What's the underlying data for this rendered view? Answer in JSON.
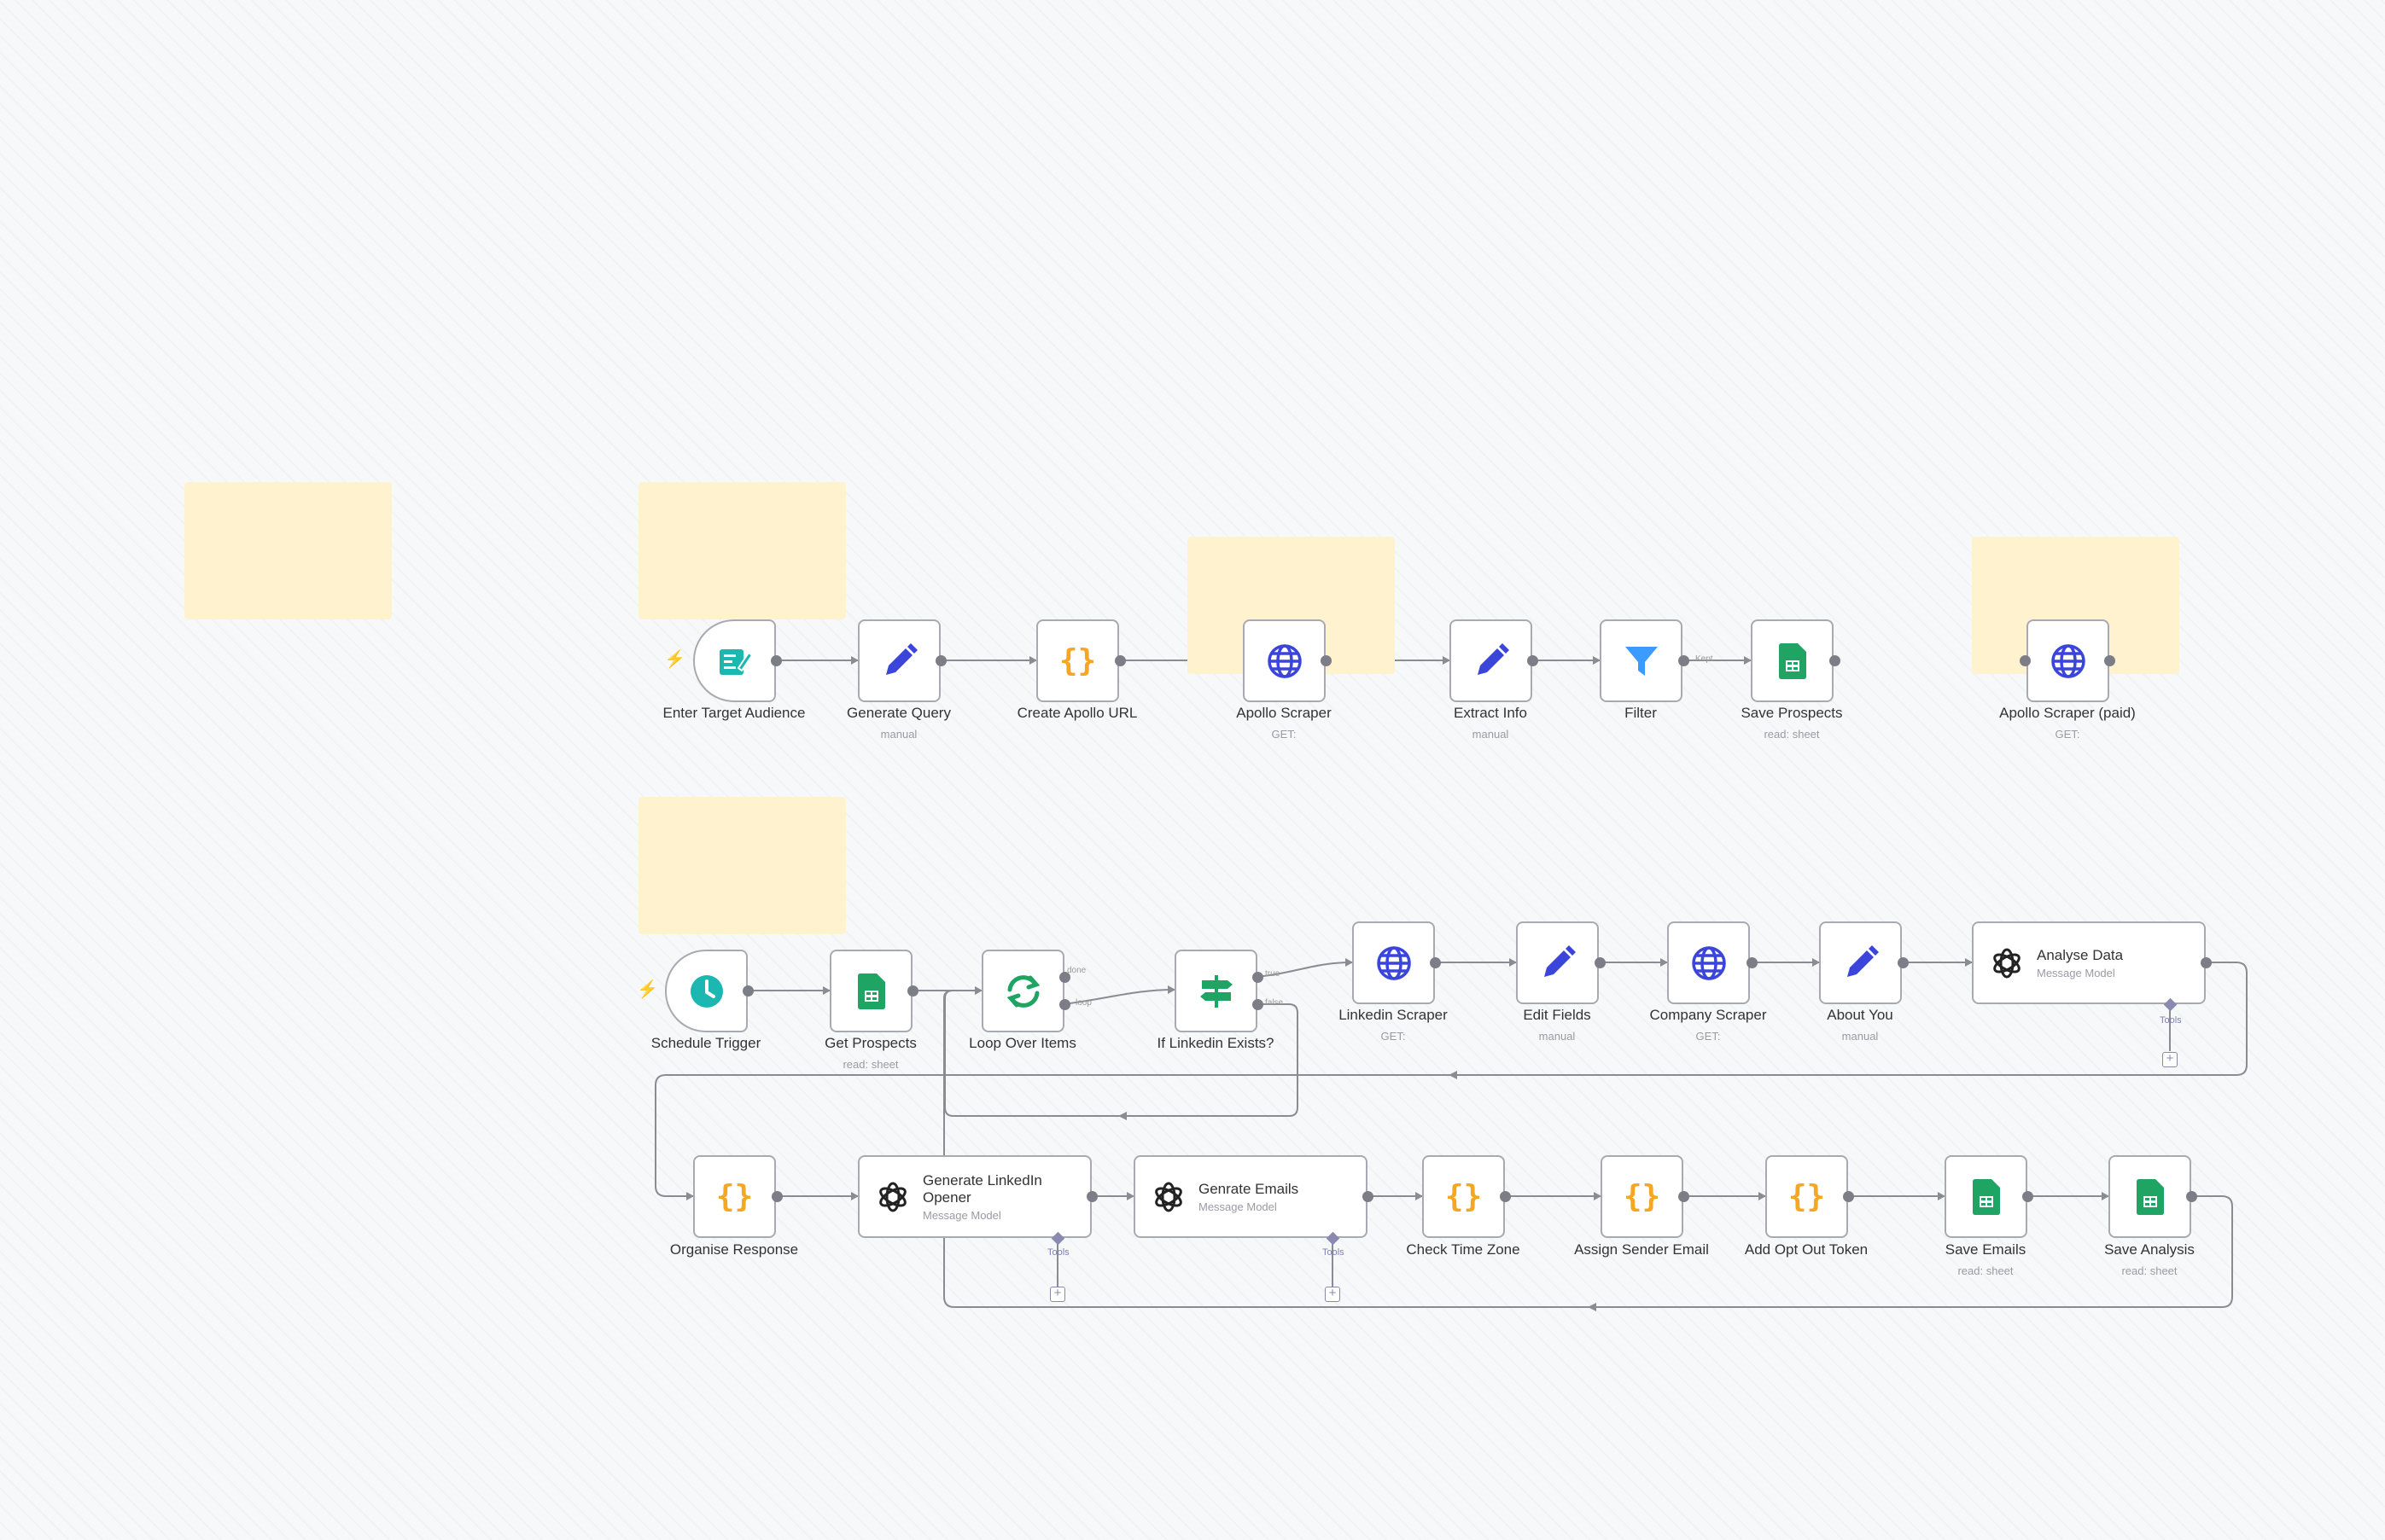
{
  "workflow": {
    "row1": [
      {
        "name": "Enter Target Audience",
        "sub": "",
        "icon": "form-icon"
      },
      {
        "name": "Generate Query",
        "sub": "manual",
        "icon": "pencil-icon"
      },
      {
        "name": "Create Apollo URL",
        "sub": "",
        "icon": "code-braces-icon"
      },
      {
        "name": "Apollo Scraper",
        "sub": "GET:",
        "icon": "globe-icon"
      },
      {
        "name": "Extract Info",
        "sub": "manual",
        "icon": "pencil-icon"
      },
      {
        "name": "Filter",
        "sub": "",
        "icon": "filter-icon"
      },
      {
        "name": "Save Prospects",
        "sub": "read: sheet",
        "icon": "sheets-icon"
      },
      {
        "name": "Apollo Scraper (paid)",
        "sub": "GET:",
        "icon": "globe-icon"
      }
    ],
    "row2": [
      {
        "name": "Schedule Trigger",
        "sub": "",
        "icon": "clock-icon"
      },
      {
        "name": "Get Prospects",
        "sub": "read: sheet",
        "icon": "sheets-icon"
      },
      {
        "name": "Loop Over Items",
        "sub": "",
        "icon": "loop-icon"
      },
      {
        "name": "If Linkedin Exists?",
        "sub": "",
        "icon": "signpost-icon"
      },
      {
        "name": "Linkedin Scraper",
        "sub": "GET:",
        "icon": "globe-icon"
      },
      {
        "name": "Edit Fields",
        "sub": "manual",
        "icon": "pencil-icon"
      },
      {
        "name": "Company Scraper",
        "sub": "GET:",
        "icon": "globe-icon"
      },
      {
        "name": "About You",
        "sub": "manual",
        "icon": "pencil-icon"
      },
      {
        "name": "Analyse Data",
        "sub": "Message Model",
        "icon": "openai-icon"
      }
    ],
    "row3": [
      {
        "name": "Organise Response",
        "sub": "",
        "icon": "code-braces-icon"
      },
      {
        "name": "Generate LinkedIn Opener",
        "sub": "Message Model",
        "icon": "openai-icon"
      },
      {
        "name": "Genrate Emails",
        "sub": "Message Model",
        "icon": "openai-icon"
      },
      {
        "name": "Check Time Zone",
        "sub": "",
        "icon": "code-braces-icon"
      },
      {
        "name": "Assign Sender Email",
        "sub": "",
        "icon": "code-braces-icon"
      },
      {
        "name": "Add Opt Out Token",
        "sub": "",
        "icon": "code-braces-icon"
      },
      {
        "name": "Save Emails",
        "sub": "read: sheet",
        "icon": "sheets-icon"
      },
      {
        "name": "Save Analysis",
        "sub": "read: sheet",
        "icon": "sheets-icon"
      }
    ],
    "connector_labels": {
      "kept": "Kept",
      "done": "done",
      "loop": "loop",
      "true": "true",
      "false": "false",
      "tools": "Tools"
    },
    "colors": {
      "accent": "#ff6d5a",
      "sticky": "#fff2cf",
      "pencil": "#3b45d9",
      "globe": "#3b45d9",
      "code": "#f5a623",
      "filter": "#3b9bff",
      "sheets": "#1fa463",
      "teal": "#1cb7b0"
    }
  }
}
